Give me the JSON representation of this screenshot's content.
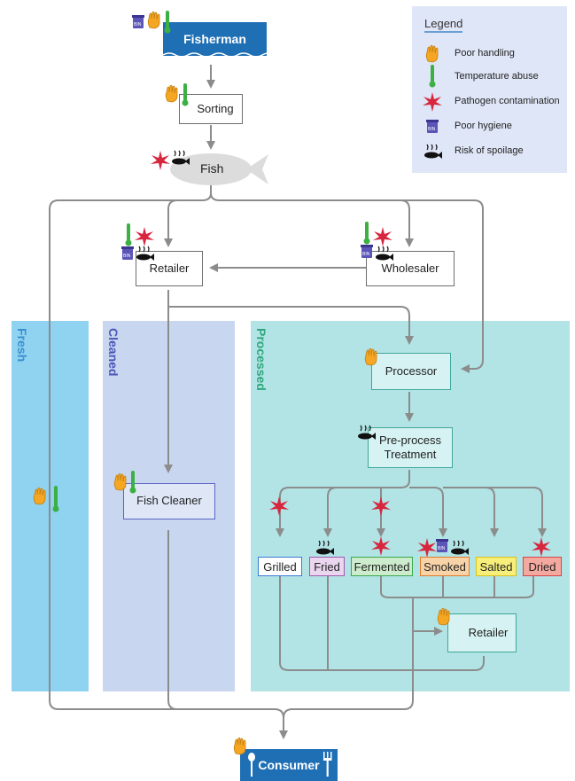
{
  "legend": {
    "title": "Legend",
    "items": [
      {
        "icon": "poor-handling-hand-icon",
        "label": "Poor handling"
      },
      {
        "icon": "temperature-abuse-thermometer-icon",
        "label": "Temperature abuse"
      },
      {
        "icon": "pathogen-contamination-star-icon",
        "label": "Pathogen contamination"
      },
      {
        "icon": "poor-hygiene-bin-icon",
        "label": "Poor hygiene"
      },
      {
        "icon": "risk-of-spoilage-fish-icon",
        "label": "Risk of spoilage"
      }
    ]
  },
  "lanes": {
    "fresh": "Fresh",
    "cleaned": "Cleaned",
    "processed": "Processed"
  },
  "nodes": {
    "fisherman": "Fisherman",
    "sorting": "Sorting",
    "fish": "Fish",
    "retailer": "Retailer",
    "wholesaler": "Wholesaler",
    "processor": "Processor",
    "pre_process": "Pre-process\nTreatment",
    "fish_cleaner": "Fish Cleaner",
    "retailer_processed": "Retailer",
    "consumer": "Consumer"
  },
  "products": [
    {
      "label": "Grilled",
      "border": "#3a7bd5",
      "fill": "#ffffff"
    },
    {
      "label": "Fried",
      "border": "#a05ab0",
      "fill": "#ead6ee"
    },
    {
      "label": "Fermented",
      "border": "#3aa84a",
      "fill": "#cdeccd"
    },
    {
      "label": "Smoked",
      "border": "#e07b2a",
      "fill": "#f8d3a8"
    },
    {
      "label": "Salted",
      "border": "#d8c21c",
      "fill": "#f7ef7a"
    },
    {
      "label": "Dried",
      "border": "#d64545",
      "fill": "#f4a9a0"
    }
  ],
  "bin_text": "BIN",
  "colors": {
    "fresh_lane": "#8fd3f0",
    "cleaned_lane": "#c9d6f0",
    "processed_lane": "#b2e3e5",
    "banner": "#1f6fb5",
    "arrow": "#8c8c8c",
    "hand": "#f5a623",
    "thermometer": "#3cb043",
    "star": "#d7263d",
    "bin": "#5b55b8"
  }
}
